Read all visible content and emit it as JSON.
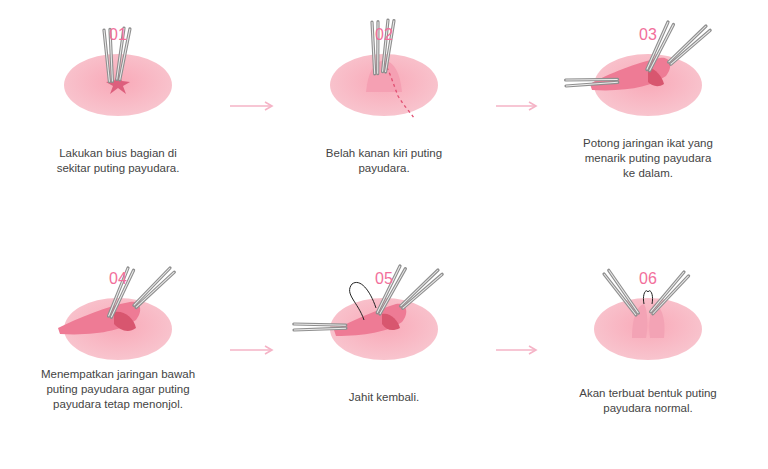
{
  "diagram": {
    "nodes": [
      {
        "text": [
          "01",
          "Lakukan bius bagian di sekitar puting payudara."
        ]
      },
      {
        "text": [
          "02",
          "Belah kanan kiri puting payudara."
        ]
      },
      {
        "text": [
          "03",
          "Potong jaringan ikat yang menarik puting payudara ke dalam."
        ]
      },
      {
        "text": [
          "04",
          "Menempatkan jaringan bawah puting payudara agar puting payudara tetap menonjol."
        ]
      },
      {
        "text": [
          "05",
          "Jahit kembali."
        ]
      },
      {
        "text": [
          "06",
          "Akan terbuat bentuk puting payudara normal."
        ]
      }
    ],
    "edges": [
      {
        "from": 0,
        "to": 1,
        "arrow": "to"
      },
      {
        "from": 1,
        "to": 2,
        "arrow": "to"
      },
      {
        "from": 3,
        "to": 4,
        "arrow": "to"
      },
      {
        "from": 4,
        "to": 5,
        "arrow": "to"
      }
    ]
  }
}
